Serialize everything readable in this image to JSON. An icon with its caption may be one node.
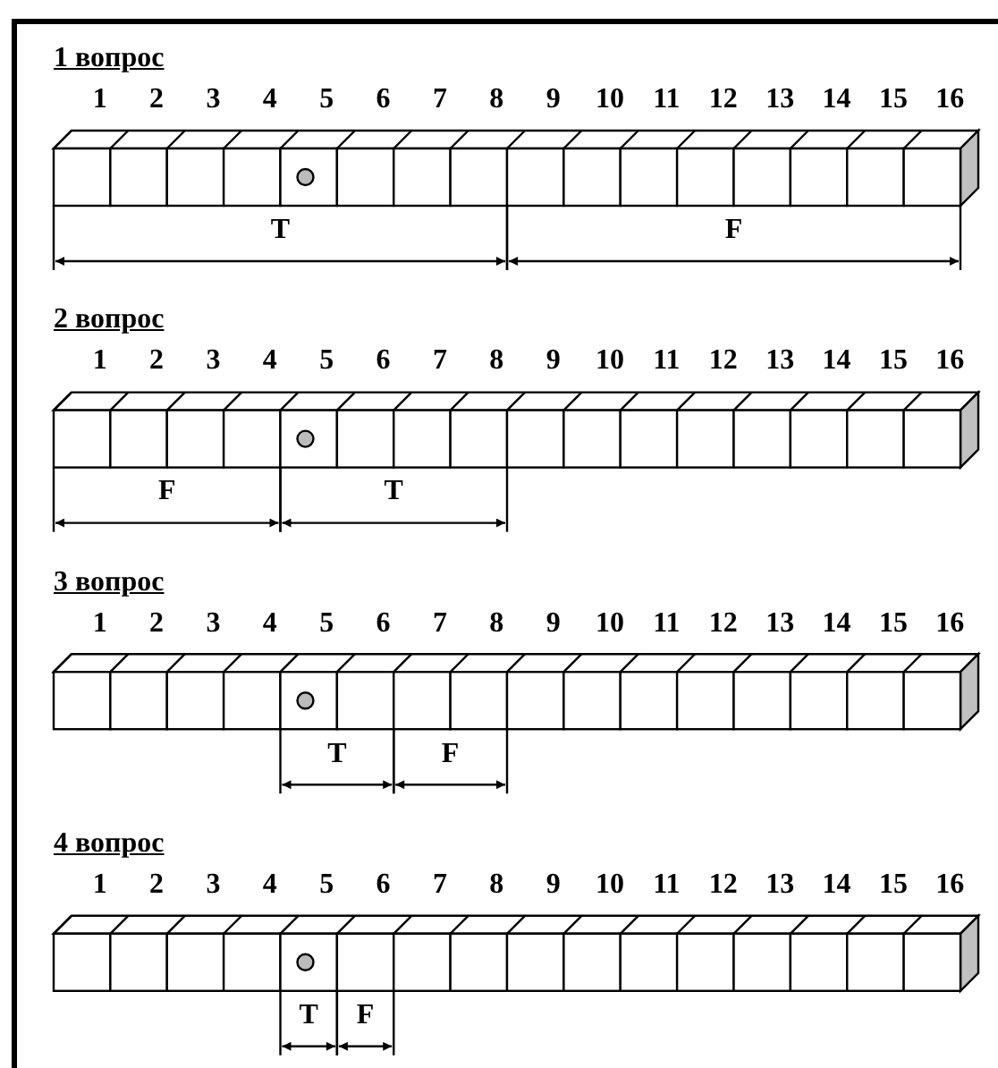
{
  "diagram": {
    "labels": [
      "1 вопрос",
      "1",
      "2",
      "3",
      "4",
      "5",
      "6",
      "7",
      "8",
      "9",
      "10",
      "11",
      "12",
      "13",
      "14",
      "15",
      "16",
      "T",
      "F",
      "2 вопрос",
      "1",
      "2",
      "3",
      "4",
      "5",
      "6",
      "7",
      "8",
      "9",
      "10",
      "11",
      "12",
      "13",
      "14",
      "15",
      "16",
      "F",
      "T",
      "3 вопрос",
      "1",
      "2",
      "3",
      "4",
      "5",
      "6",
      "7",
      "8",
      "9",
      "10",
      "11",
      "12",
      "13",
      "14",
      "15",
      "16",
      "T",
      "F",
      "4 вопрос",
      "1",
      "2",
      "3",
      "4",
      "5",
      "6",
      "7",
      "8",
      "9",
      "10",
      "11",
      "12",
      "13",
      "14",
      "15",
      "16",
      "T",
      "F"
    ]
  }
}
